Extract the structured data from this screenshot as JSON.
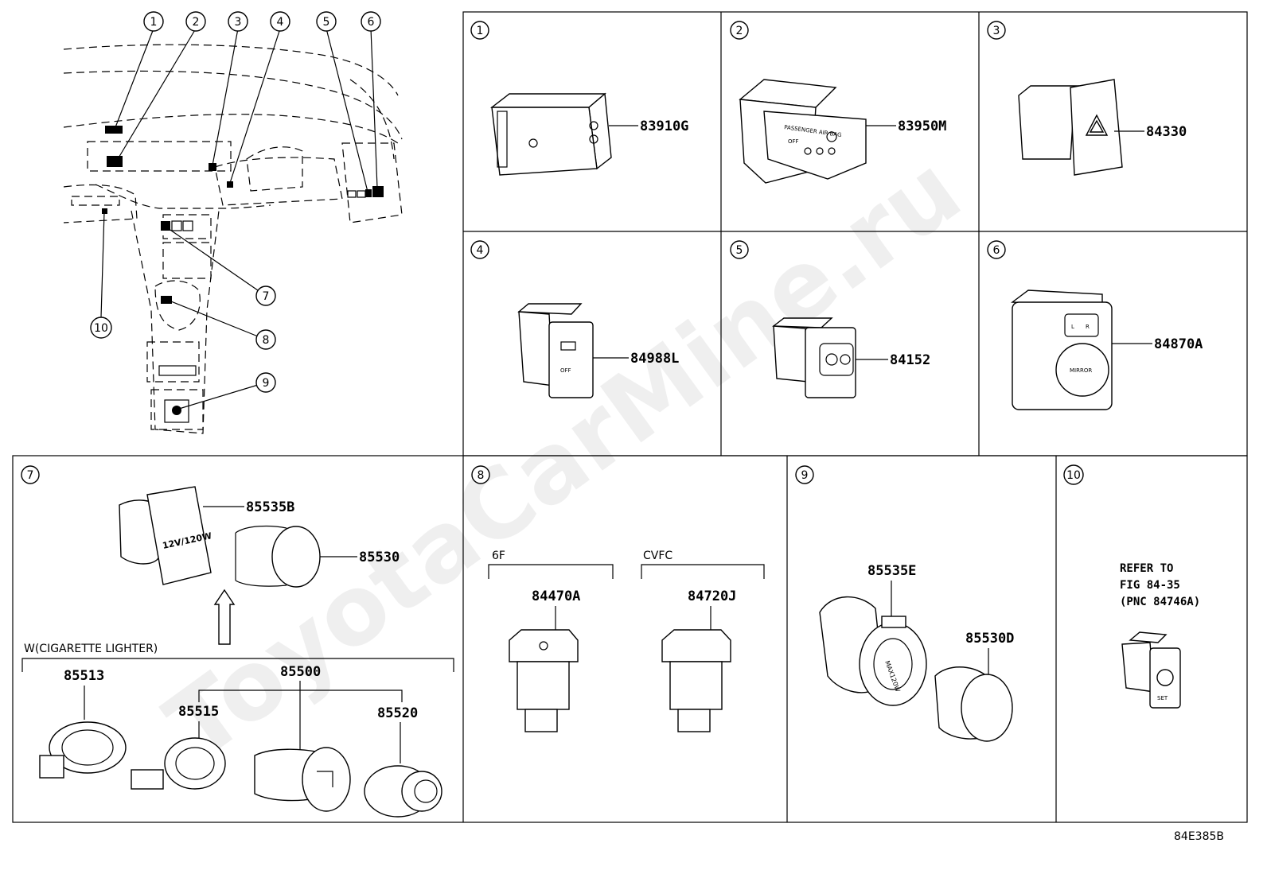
{
  "watermark": "ToyotaCarMine.ru",
  "drawing_code": "84E385B",
  "overview": {
    "callouts": [
      "1",
      "2",
      "3",
      "4",
      "5",
      "6",
      "7",
      "8",
      "9",
      "10"
    ]
  },
  "panels": [
    {
      "index": "1",
      "parts": [
        "83910G"
      ]
    },
    {
      "index": "2",
      "parts": [
        "83950M"
      ]
    },
    {
      "index": "3",
      "parts": [
        "84330"
      ]
    },
    {
      "index": "4",
      "parts": [
        "84988L"
      ]
    },
    {
      "index": "5",
      "parts": [
        "84152"
      ]
    },
    {
      "index": "6",
      "parts": [
        "84870A"
      ]
    },
    {
      "index": "7",
      "parts": [
        "85535B",
        "85530",
        "85513",
        "85500",
        "85515",
        "85520"
      ],
      "group_label": "W(CIGARETTE LIGHTER)",
      "socket_text": "12V/120W"
    },
    {
      "index": "8",
      "parts": [
        "84470A",
        "84720J"
      ],
      "variants": [
        "6F",
        "CVFC"
      ]
    },
    {
      "index": "9",
      "parts": [
        "85535E",
        "85530D"
      ]
    },
    {
      "index": "10",
      "parts": [],
      "note_lines": [
        "REFER TO",
        "FIG 84-35",
        "(PNC 84746A)"
      ]
    }
  ],
  "switch_text": {
    "passenger_airbag": "PASSENGER AIR BAG",
    "off": "OFF",
    "mirror": "MIRROR",
    "l": "L",
    "r": "R",
    "set": "SET",
    "max_120w": "MAX120W"
  }
}
